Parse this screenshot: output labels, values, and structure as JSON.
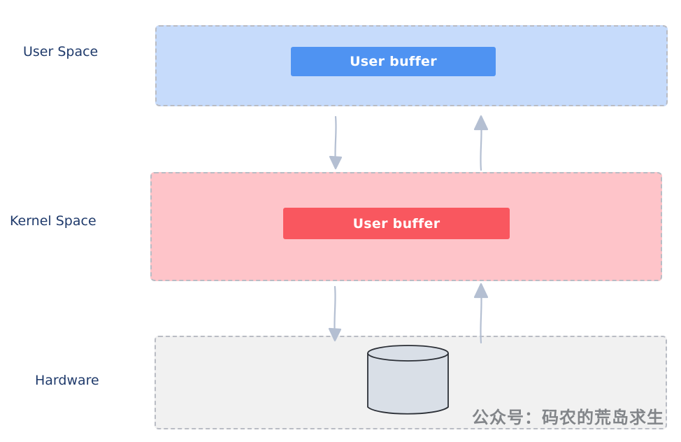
{
  "layers": {
    "user": {
      "label": "User Space",
      "buffer_label": "User buffer",
      "fill_color": "#c6dbfb",
      "buffer_color": "#4f93f2"
    },
    "kernel": {
      "label": "Kernel Space",
      "buffer_label": "User buffer",
      "fill_color": "#fec4c9",
      "buffer_color": "#f9575f"
    },
    "hardware": {
      "label": "Hardware",
      "fill_color": "#f1f1f1",
      "disk_color": "#d9dfe7"
    }
  },
  "arrow_color": "#b4bfd2",
  "watermark": "公众号：码农的荒岛求生"
}
